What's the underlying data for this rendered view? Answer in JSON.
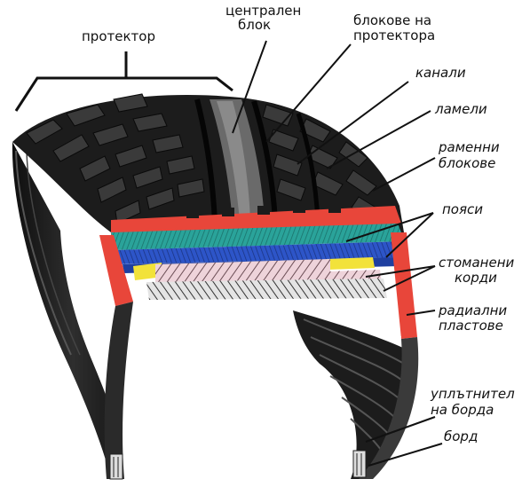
{
  "labels": {
    "tread": "протектор",
    "central_block": [
      "централен",
      "блок"
    ],
    "tread_blocks": [
      "блокове на",
      "протектора"
    ],
    "grooves": "канали",
    "sipes": "ламели",
    "shoulder_blocks": [
      "раменни",
      "блокове"
    ],
    "belts": "пояси",
    "steel_cords": [
      "стоманени",
      "корди"
    ],
    "radial_plies": [
      "радиални",
      "пластове"
    ],
    "bead_seal": [
      "уплътнител",
      "на борда"
    ],
    "bead": "борд"
  },
  "colors": {
    "tire_body": "#1c1c1c",
    "tread_rubber": "#2b2b2b",
    "inner_liner": "#e8463a",
    "belt_teal": "#2aa39a",
    "belt_blue": "#2d55c8",
    "steel_yellow": "#f2e23a",
    "ply_pink": "#e9c4cf",
    "leader_line": "#111111"
  }
}
